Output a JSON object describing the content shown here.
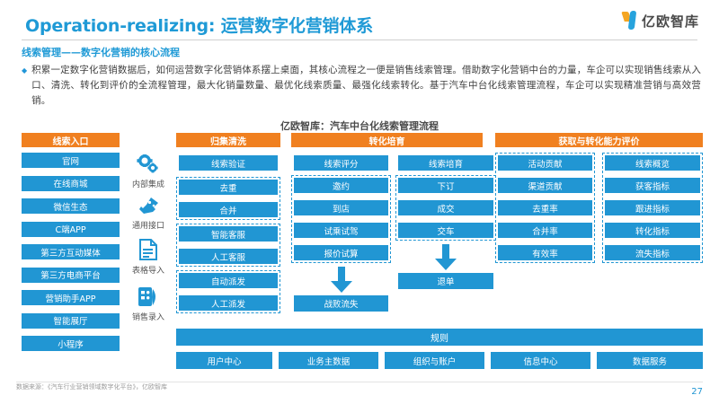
{
  "header": {
    "title": "Operation-realizing: 运营数字化营销体系",
    "logo_text": "亿欧智库",
    "logo_icon": "yiou-brand-mark"
  },
  "section": {
    "subtitle": "线索管理——数字化营销的核心流程",
    "bullet_glyph": "◆",
    "paragraph": "积累一定数字化营销数据后，如何运营数字化营销体系摆上桌面，其核心流程之一便是销售线索管理。借助数字化营销中台的力量，车企可以实现销售线索从入口、清洗、转化到评价的全流程管理，最大化销量数量、最优化线索质量、最强化线索转化。基于汽车中台化线索管理流程，车企可以实现精准营销与高效营销。"
  },
  "chart_title": "亿欧智库：汽车中台化线索管理流程",
  "colors": {
    "brand_blue": "#2196D3",
    "header_orange": "#F08020",
    "title_blue": "#1f9ad6",
    "text_gray": "#404040"
  },
  "diagram": {
    "columns": [
      {
        "head": "线索入口",
        "cells": [
          "官网",
          "在线商城",
          "微信生态",
          "C端APP",
          "第三方互动媒体",
          "第三方电商平台",
          "营销助手APP",
          "智能展厅",
          "小程序"
        ]
      },
      {
        "head": "归集清洗",
        "groups": [
          {
            "dashed": false,
            "cells": [
              "线索验证"
            ]
          },
          {
            "dashed": true,
            "cells": [
              "去重",
              "合并"
            ]
          },
          {
            "dashed": true,
            "cells": [
              "智能客服",
              "人工客服"
            ]
          },
          {
            "dashed": true,
            "cells": [
              "自动派发",
              "人工派发"
            ]
          }
        ]
      },
      {
        "head": "转化培育",
        "subcolumns": [
          {
            "top": "线索评分",
            "cells": [
              "邀约",
              "到店",
              "试乘试驾",
              "报价试算"
            ],
            "outcome": "战败流失"
          },
          {
            "top": "线索培育",
            "cells": [
              "下订",
              "成交",
              "交车"
            ],
            "outcome": "退单"
          }
        ]
      },
      {
        "head": "获取与转化能力评价",
        "subcolumns": [
          {
            "cells": [
              "活动贡献",
              "渠道贡献",
              "去重率",
              "合并率",
              "有效率"
            ]
          },
          {
            "cells": [
              "线索概览",
              "获客指标",
              "跟进指标",
              "转化指标",
              "流失指标"
            ]
          }
        ]
      }
    ],
    "icons": [
      {
        "name": "gears-icon",
        "label": "内部集成"
      },
      {
        "name": "plug-icon",
        "label": "通用接口"
      },
      {
        "name": "document-icon",
        "label": "表格导入"
      },
      {
        "name": "clipboard-icon",
        "label": "销售录入"
      }
    ],
    "rules_bar": "规则",
    "bottom_row": [
      "用户中心",
      "业务主数据",
      "组织与账户",
      "信息中心",
      "数据服务"
    ]
  },
  "footer": {
    "source": "数据来源：《汽车行业营销领域数字化平台》，亿欧智库",
    "page_number": "27"
  }
}
